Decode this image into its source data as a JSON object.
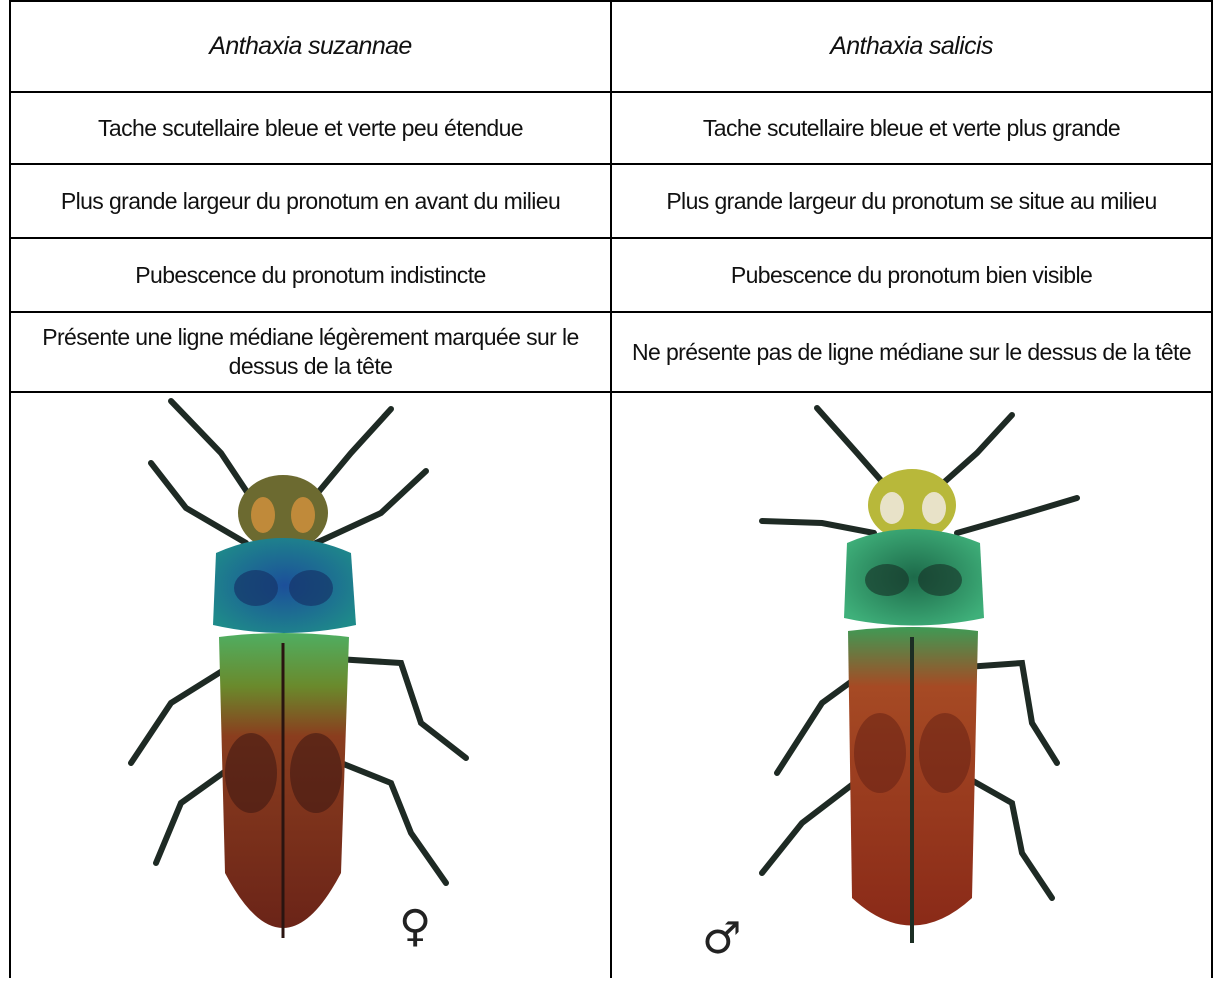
{
  "table": {
    "columns": [
      {
        "species": "Anthaxia suzannae",
        "traits": [
          "Tache scutellaire bleue et verte peu étendue",
          "Plus grande largeur du pronotum en avant du milieu",
          "Pubescence du pronotum indistincte",
          "Présente une ligne médiane légèrement marquée sur le dessus de la tête"
        ],
        "photo": {
          "sex_symbol": "♀",
          "subject": "beetle-dorsal-view"
        }
      },
      {
        "species": "Anthaxia salicis",
        "traits": [
          "Tache scutellaire bleue et verte plus grande",
          "Plus grande largeur du pronotum se situe au milieu",
          "Pubescence du pronotum bien visible",
          "Ne présente pas de ligne médiane sur le dessus de la tête"
        ],
        "photo": {
          "sex_symbol": "♂",
          "subject": "beetle-dorsal-view"
        }
      }
    ]
  },
  "colors": {
    "border": "#000000",
    "suzannae_pronotum": "#1f6fa8",
    "salicis_pronotum": "#2f9a5a",
    "elytra_copper": "#9a3a1c",
    "elytra_green_base": "#3f9a55"
  }
}
